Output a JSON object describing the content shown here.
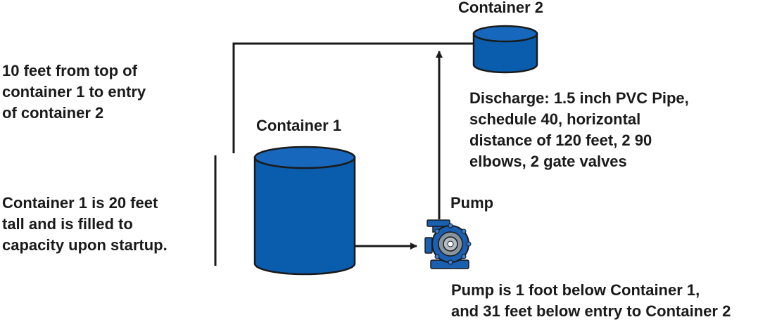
{
  "labels": {
    "container2": "Container 2",
    "container1": "Container 1",
    "pump": "Pump",
    "height_diff": [
      "10 feet from top of",
      "container 1 to entry",
      "of container 2"
    ],
    "container1_info": [
      "Container 1 is 20 feet",
      "tall and is filled to",
      "capacity upon startup."
    ],
    "discharge": [
      "Discharge: 1.5 inch PVC Pipe,",
      "schedule 40, horizontal",
      "distance of 120 feet, 2 90",
      "elbows, 2 gate valves"
    ],
    "pump_info": [
      "Pump is 1 foot below Container 1,",
      "and 31 feet below entry to Container 2"
    ]
  },
  "colors": {
    "container_blue": "#0a5cad",
    "container_top": "#1768bd",
    "outline": "#1a1a1a",
    "pump_body": "#1a5fb0",
    "pump_face": "#8a949e"
  },
  "icons": {
    "pump": "centrifugal-pump-icon"
  }
}
